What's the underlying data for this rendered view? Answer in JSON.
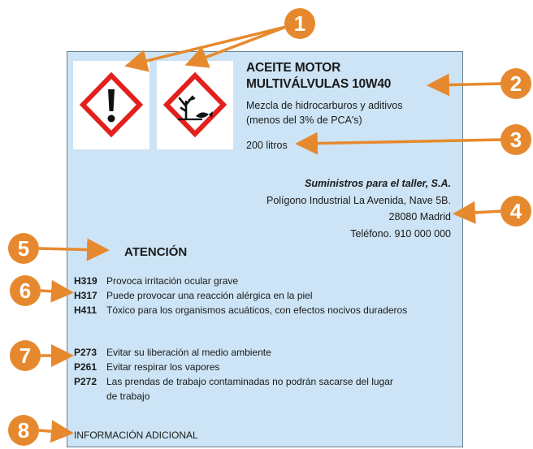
{
  "product": {
    "name_line1": "ACEITE MOTOR",
    "name_line2": "MULTIVÁLVULAS 10W40",
    "description_line1": "Mezcla de hidrocarburos y aditivos",
    "description_line2": "(menos del 3% de PCA's)",
    "quantity": "200 litros"
  },
  "pictograms": [
    {
      "icon": "exclamation-mark-icon",
      "color": "#e2201c"
    },
    {
      "icon": "environment-hazard-icon",
      "color": "#e2201c"
    }
  ],
  "supplier": {
    "name": "Suministros para el taller, S.A.",
    "address": "Polígono Industrial La Avenida, Nave 5B.",
    "city": "28080 Madrid",
    "phone": "Teléfono. 910 000 000"
  },
  "signal_word": "ATENCIÓN",
  "hazard_statements": [
    {
      "code": "H319",
      "text": "Provoca irritación ocular grave"
    },
    {
      "code": "H317",
      "text": "Puede provocar una reacción alérgica en la piel"
    },
    {
      "code": "H411",
      "text": "Tóxico para los organismos acuáticos, con efectos nocivos duraderos"
    }
  ],
  "precautionary_statements": [
    {
      "code": "P273",
      "text": "Evitar su liberación al medio ambiente"
    },
    {
      "code": "P261",
      "text": "Evitar respirar los vapores"
    },
    {
      "code": "P272",
      "text": "Las prendas de trabajo contaminadas no podrán sacarse del lugar",
      "text2": "de trabajo"
    }
  ],
  "additional_info": "INFORMACIÓN ADICIONAL",
  "callouts": [
    "1",
    "2",
    "3",
    "4",
    "5",
    "6",
    "7",
    "8"
  ],
  "colors": {
    "label_bg": "#cce4f5",
    "callout": "#e6892e",
    "pictogram_border": "#e2201c"
  }
}
